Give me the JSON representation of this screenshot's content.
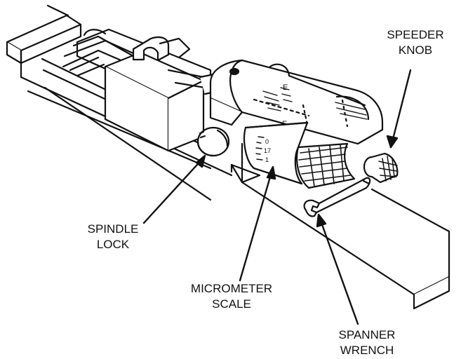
{
  "diagram": {
    "colors": {
      "ink": "#111111",
      "paper": "#ffffff"
    },
    "callouts": {
      "speeder_knob": {
        "line1": "SPEEDER",
        "line2": "KNOB"
      },
      "spindle_lock": {
        "line1": "SPINDLE",
        "line2": "LOCK"
      },
      "micrometer_scale": {
        "line1": "MICROMETER",
        "line2": "SCALE"
      },
      "spanner_wrench": {
        "line1": "SPANNER",
        "line2": "WRENCH"
      }
    },
    "scale_markings": {
      "drum_numbers": [
        "0",
        "17",
        "1"
      ],
      "sleeve_letters": [
        "E",
        "F"
      ]
    }
  }
}
